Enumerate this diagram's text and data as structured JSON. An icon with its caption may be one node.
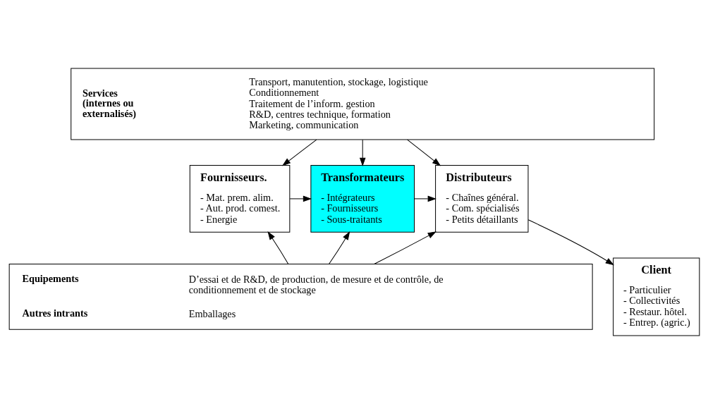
{
  "diagram": {
    "nodes": [
      {
        "text": [
          "Services (internes ou externalisés)",
          "Transport, manutention, stockage, logistique",
          "Conditionnement",
          "Traitement de l’inform. gestion",
          "R&D, centres technique, formation",
          "Marketing, communication"
        ]
      },
      {
        "text": [
          "Fournisseurs.",
          "- Mat. prem. alim.",
          "- Aut. prod. comest.",
          "- Energie"
        ]
      },
      {
        "text": [
          "Transformateurs",
          "- Intégrateurs",
          "- Fournisseurs",
          "- Sous-traitants"
        ]
      },
      {
        "text": [
          "Distributeurs",
          "- Chaînes général.",
          "- Com. spécialisés",
          "- Petits détaillants"
        ]
      },
      {
        "text": [
          "Client",
          "- Particulier",
          "- Collectivités",
          "- Restaur. hôtel.",
          "- Entrep. (agric.)"
        ]
      },
      {
        "text": [
          "Equipements",
          "D’essai et de R&D, de production, de mesure et de contrôle, de conditionnement et de stockage",
          "Autres intrants",
          "Emballages"
        ]
      }
    ],
    "edges": [
      {
        "from": 0,
        "to": 1,
        "arrow": "to"
      },
      {
        "from": 0,
        "to": 2,
        "arrow": "to"
      },
      {
        "from": 0,
        "to": 3,
        "arrow": "to"
      },
      {
        "from": 1,
        "to": 2,
        "arrow": "to"
      },
      {
        "from": 2,
        "to": 3,
        "arrow": "to"
      },
      {
        "from": 3,
        "to": 4,
        "arrow": "to"
      },
      {
        "from": 5,
        "to": 1,
        "arrow": "to"
      },
      {
        "from": 5,
        "to": 2,
        "arrow": "to"
      },
      {
        "from": 5,
        "to": 3,
        "arrow": "to"
      }
    ]
  }
}
